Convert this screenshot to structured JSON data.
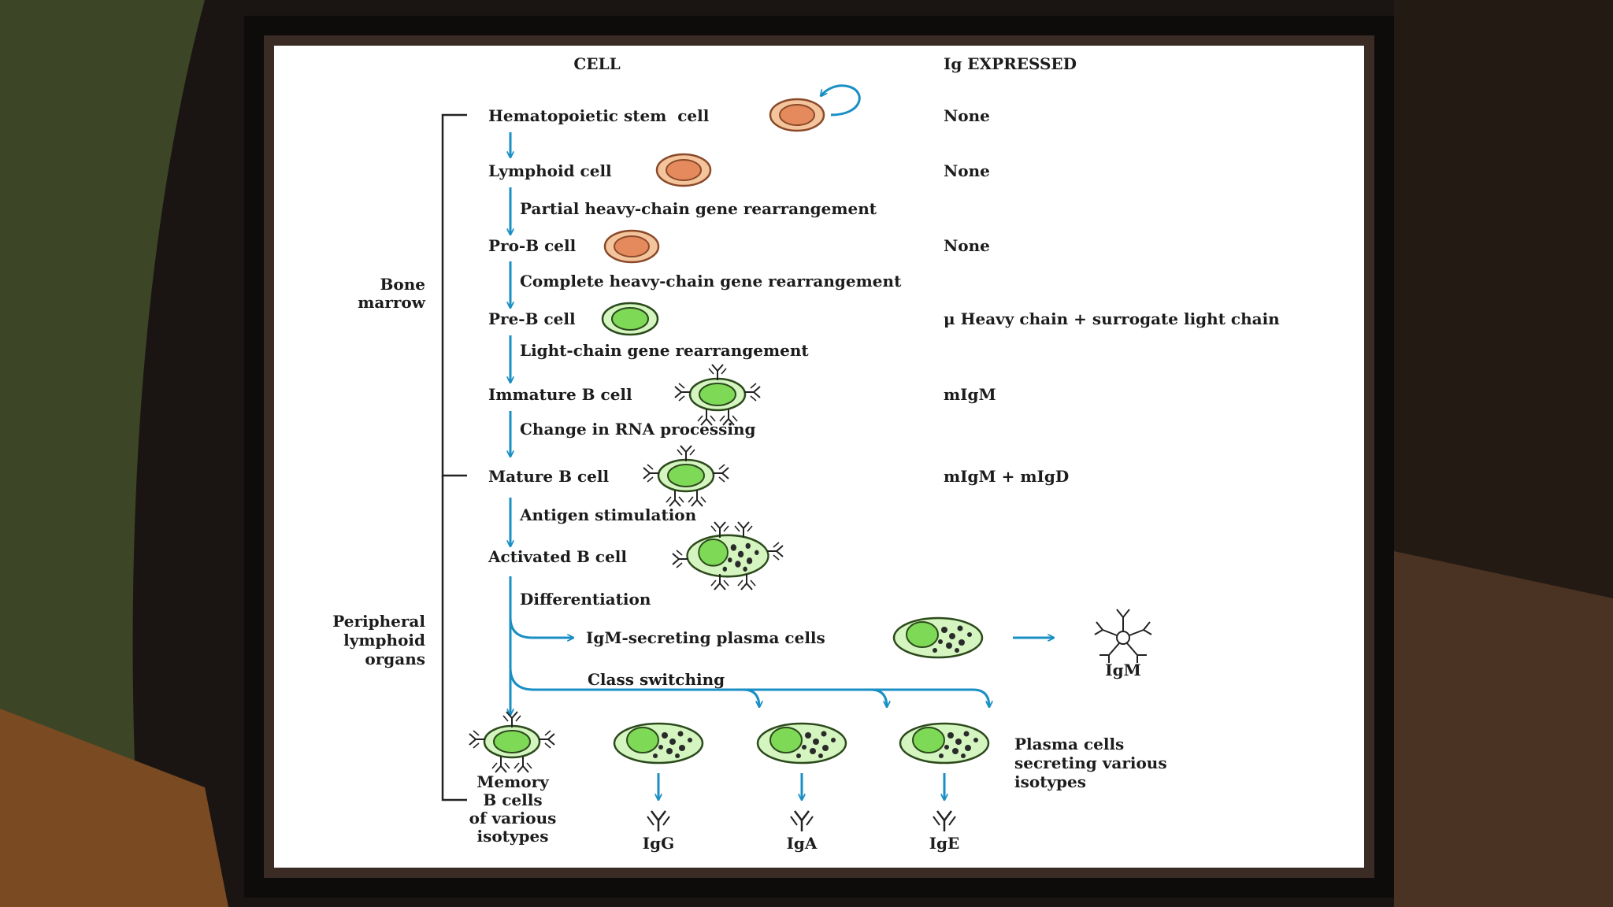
{
  "colors": {
    "arrow": "#1a8fc4",
    "orange_cell": "#e58a5c",
    "green_cell": "#7ed957",
    "text": "#1c1c1c"
  },
  "headers": {
    "cell": "CELL",
    "ig_expressed": "Ig EXPRESSED"
  },
  "regions": {
    "bone_marrow": [
      "Bone",
      "marrow"
    ],
    "peripheral": [
      "Peripheral",
      "lymphoid",
      "organs"
    ]
  },
  "stages": [
    {
      "name": "Hematopoietic stem  cell",
      "ig": "None"
    },
    {
      "name": "Lymphoid cell",
      "ig": "None"
    },
    {
      "name": "Pro-B cell",
      "ig": "None"
    },
    {
      "name": "Pre-B cell",
      "ig": "μ Heavy chain + surrogate light chain"
    },
    {
      "name": "Immature B cell",
      "ig": "mIgM"
    },
    {
      "name": "Mature B cell",
      "ig": "mIgM + mIgD"
    },
    {
      "name": "Activated B cell",
      "ig": ""
    }
  ],
  "transitions": [
    "Partial heavy-chain gene rearrangement",
    "Complete heavy-chain gene rearrangement",
    "Light-chain gene rearrangement",
    "Change in RNA processing",
    "Antigen stimulation",
    "Differentiation",
    "Class switching"
  ],
  "plasma": {
    "igm_secreting": "IgM-secreting plasma cells",
    "igm_label": "IgM",
    "various": [
      "Plasma cells",
      "secreting various",
      "isotypes"
    ]
  },
  "memory": [
    "Memory",
    "B cells",
    "of various",
    "isotypes"
  ],
  "isotypes": [
    "IgG",
    "IgA",
    "IgE"
  ]
}
